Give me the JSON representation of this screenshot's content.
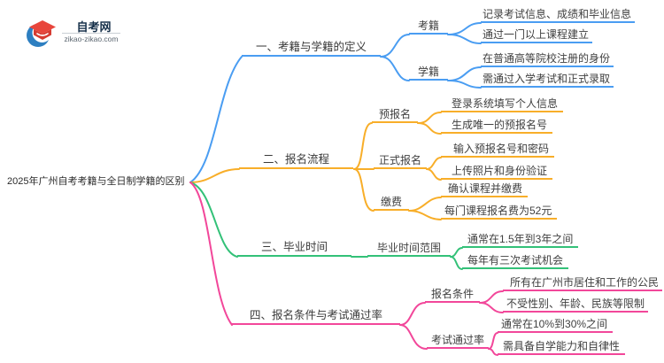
{
  "logo": {
    "title": "自考网",
    "domain": "zikao-zikao.com",
    "icon_blue": "#2d7fc1",
    "icon_red": "#e8463c"
  },
  "root": {
    "label": "2025年广州自考考籍与全日制学籍的区别"
  },
  "branches": [
    {
      "label": "一、考籍与学籍的定义",
      "color": "#4a9df2",
      "children": [
        {
          "label": "考籍",
          "leaves": [
            "记录考试信息、成绩和毕业信息",
            "通过一门以上课程建立"
          ]
        },
        {
          "label": "学籍",
          "leaves": [
            "在普通高等院校注册的身份",
            "需通过入学考试和正式录取"
          ]
        }
      ]
    },
    {
      "label": "二、报名流程",
      "color": "#f8ae29",
      "children": [
        {
          "label": "预报名",
          "leaves": [
            "登录系统填写个人信息",
            "生成唯一的预报名号"
          ]
        },
        {
          "label": "正式报名",
          "leaves": [
            "输入预报名号和密码",
            "上传照片和身份验证"
          ]
        },
        {
          "label": "缴费",
          "leaves": [
            "确认课程并缴费",
            "每门课程报名费为52元"
          ]
        }
      ]
    },
    {
      "label": "三、毕业时间",
      "color": "#33c178",
      "children": [
        {
          "label": "毕业时间范围",
          "leaves": [
            "通常在1.5年到3年之间",
            "每年有三次考试机会"
          ]
        }
      ]
    },
    {
      "label": "四、报名条件与考试通过率",
      "color": "#f2479a",
      "children": [
        {
          "label": "报名条件",
          "leaves": [
            "所有在广州市居住和工作的公民",
            "不受性别、年龄、民族等限制"
          ]
        },
        {
          "label": "考试通过率",
          "leaves": [
            "通常在10%到30%之间",
            "需具备自学能力和自律性"
          ]
        }
      ]
    }
  ]
}
